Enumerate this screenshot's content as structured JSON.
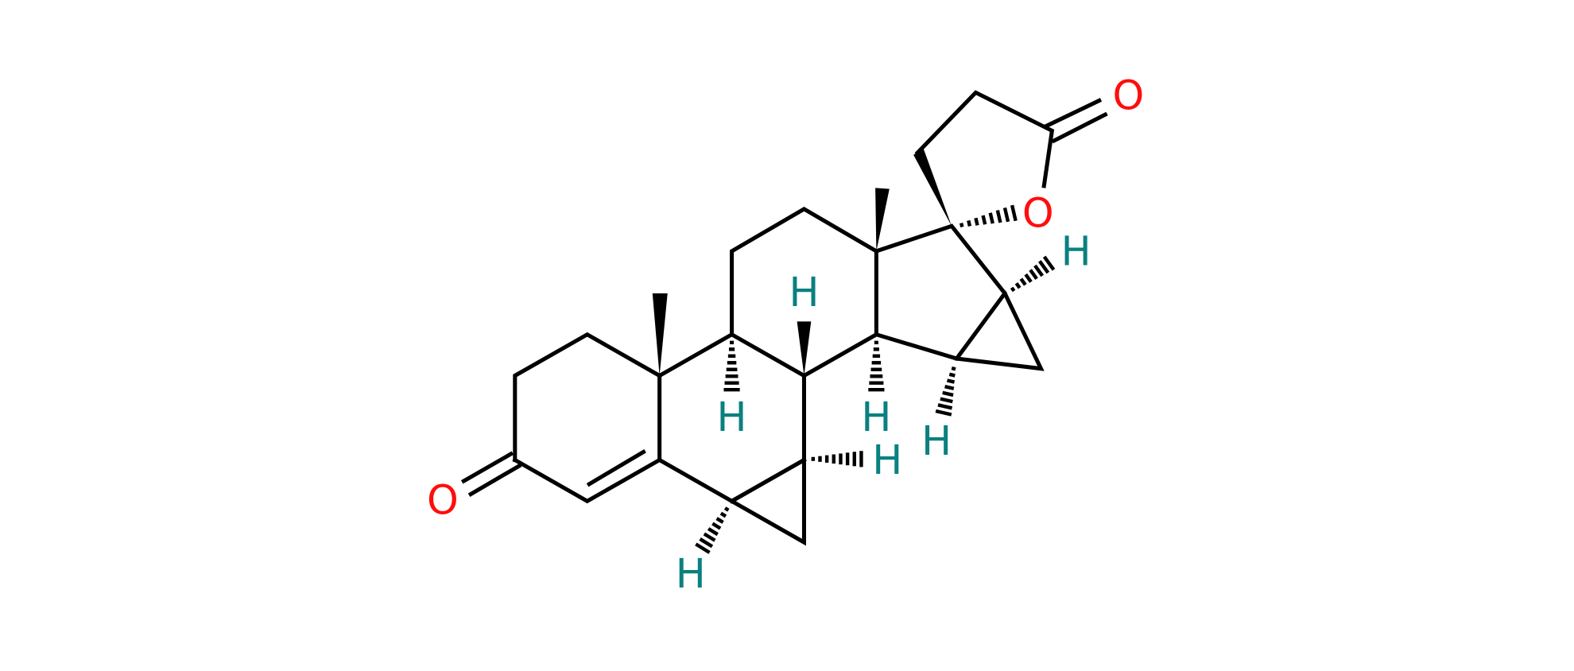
{
  "molecule": {
    "atoms": {
      "o_ketone": "O",
      "o_lactone_carbonyl": "O",
      "o_lactone_ring": "O",
      "h_c9": "H",
      "h_c8": "H",
      "h_c14": "H",
      "h_c7": "H",
      "h_c6": "H",
      "h_c15": "H",
      "h_c16": "H"
    },
    "colors": {
      "oxygen": "#ff0d0d",
      "hydrogen": "#0a8080",
      "bond": "#000000"
    }
  }
}
